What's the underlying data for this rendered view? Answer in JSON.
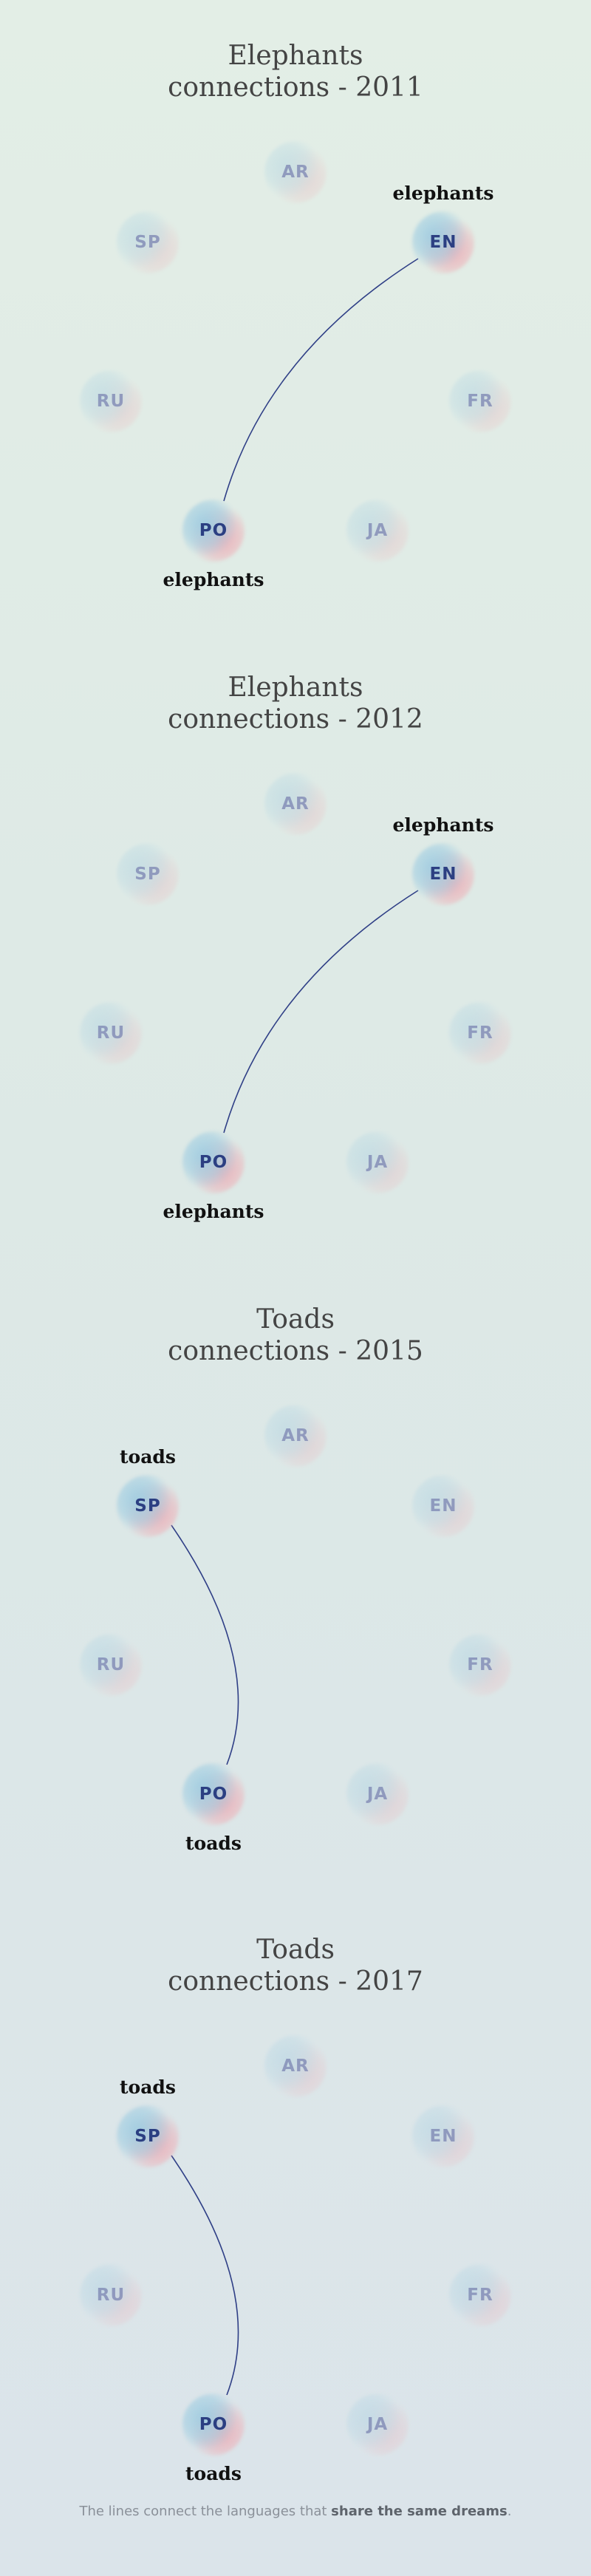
{
  "languages": [
    "AR",
    "EN",
    "FR",
    "JA",
    "PO",
    "RU",
    "SP"
  ],
  "panels": [
    {
      "title_line1": "Elephants",
      "title_line2": "connections - 2011",
      "link": [
        "EN",
        "PO"
      ],
      "labels": {
        "EN": "elephants",
        "PO": "elephants"
      }
    },
    {
      "title_line1": "Elephants",
      "title_line2": "connections - 2012",
      "link": [
        "EN",
        "PO"
      ],
      "labels": {
        "EN": "elephants",
        "PO": "elephants"
      }
    },
    {
      "title_line1": "Toads",
      "title_line2": "connections - 2015",
      "link": [
        "SP",
        "PO"
      ],
      "labels": {
        "SP": "toads",
        "PO": "toads"
      }
    },
    {
      "title_line1": "Toads",
      "title_line2": "connections - 2017",
      "link": [
        "SP",
        "PO"
      ],
      "labels": {
        "SP": "toads",
        "PO": "toads"
      }
    }
  ],
  "footer": {
    "prefix": "The lines connect the languages that ",
    "emphasis": "share the same dreams",
    "suffix": "."
  },
  "colors": {
    "link_line": "#2f3f86",
    "node_text_active": "#2c3f82",
    "node_text_dim": "#7f88b4"
  }
}
